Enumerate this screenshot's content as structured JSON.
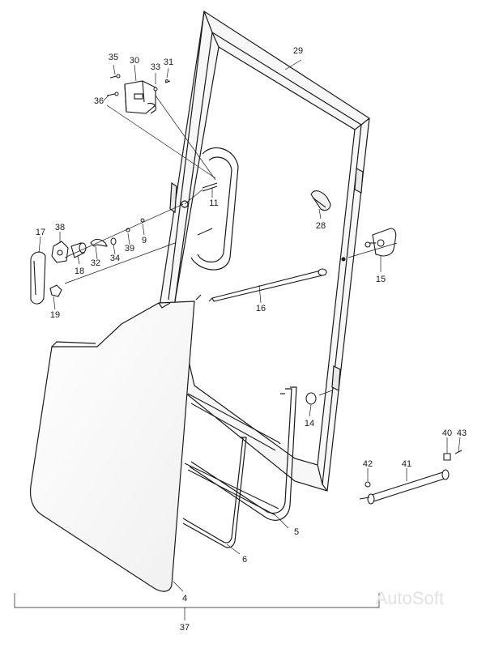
{
  "diagram": {
    "callouts": [
      "35",
      "30",
      "33",
      "31",
      "36",
      "29",
      "11",
      "28",
      "17",
      "38",
      "9",
      "39",
      "34",
      "32",
      "18",
      "15",
      "19",
      "16",
      "14",
      "40",
      "43",
      "42",
      "41",
      "5",
      "6",
      "4",
      "37"
    ],
    "watermark": "AutoSoft"
  }
}
